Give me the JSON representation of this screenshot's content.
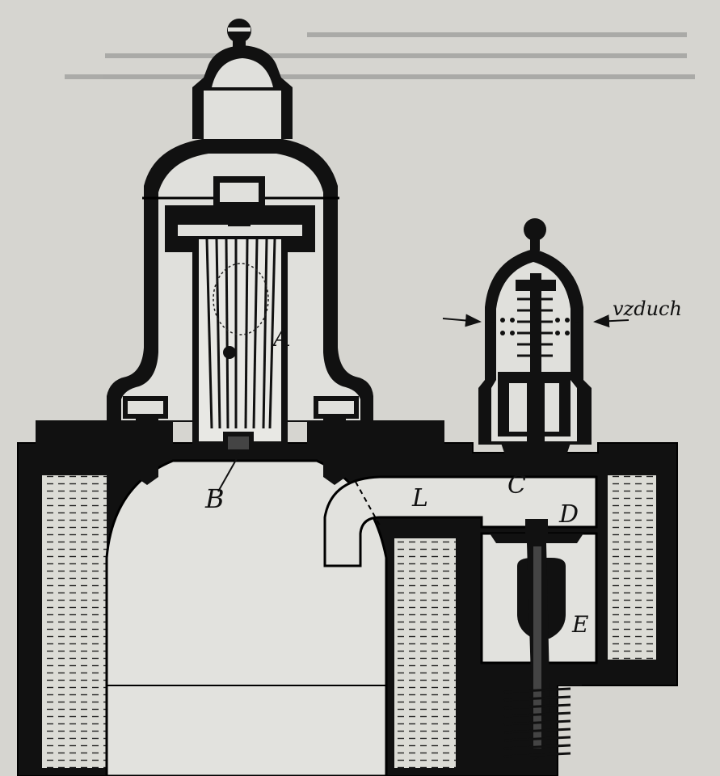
{
  "labels": {
    "A": "A",
    "B": "B",
    "C": "C",
    "D": "D",
    "E": "E",
    "L": "L",
    "air_note": "vzduch"
  },
  "colors": {
    "paper": "#d6d5d0",
    "ink": "#111111",
    "cavity": "#e2e2de"
  }
}
